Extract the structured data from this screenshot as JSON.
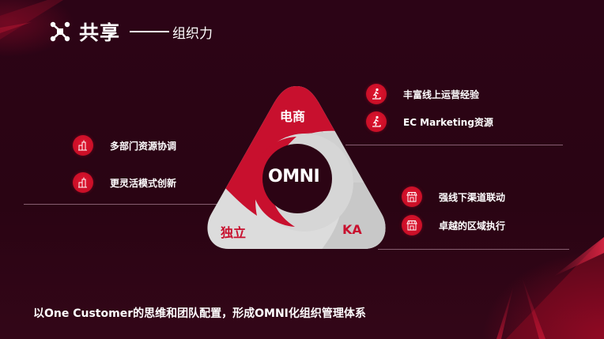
{
  "header": {
    "title": "共享",
    "subtitle": "组织力",
    "icon": "share-network-icon"
  },
  "diagram": {
    "center": "OMNI",
    "segments": [
      {
        "label": "电商",
        "color": "#c8102e"
      },
      {
        "label": "独立",
        "color": "#d9d9d9"
      },
      {
        "label": "KA",
        "color": "#c9c9c9"
      }
    ],
    "label_color": "#c8102e"
  },
  "groups": {
    "ecommerce": {
      "icon": "runner-icon",
      "items": [
        {
          "label": "丰富线上运营经验"
        },
        {
          "label": "EC Marketing资源"
        }
      ]
    },
    "independent": {
      "icon": "buildings-icon",
      "items": [
        {
          "label": "多部门资源协调"
        },
        {
          "label": "更灵活模式创新"
        }
      ]
    },
    "ka": {
      "icon": "storefront-icon",
      "items": [
        {
          "label": "强线下渠道联动"
        },
        {
          "label": "卓越的区域执行"
        }
      ]
    }
  },
  "footer": {
    "text": "以One Customer的思维和团队配置，形成OMNI化组织管理体系"
  },
  "colors": {
    "background": "#2a0414",
    "accent": "#c8102e",
    "text": "#ffffff"
  }
}
